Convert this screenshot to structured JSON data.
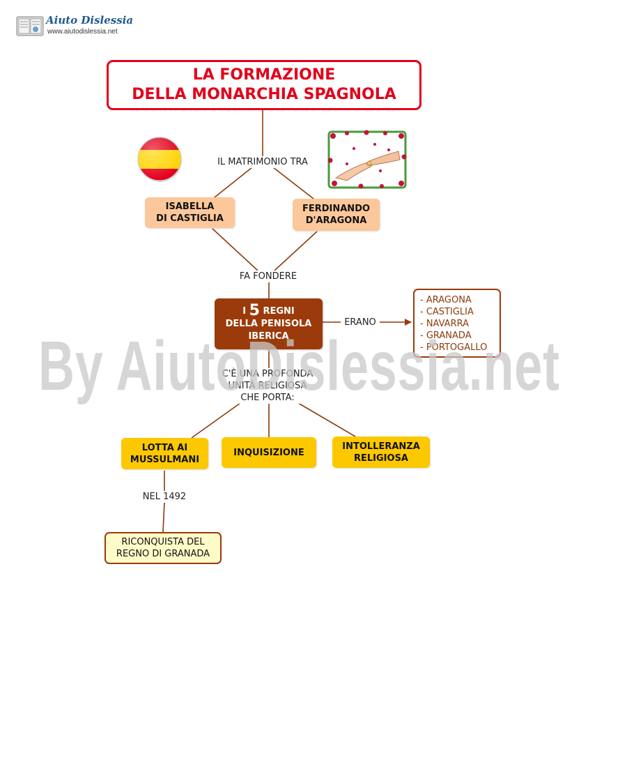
{
  "logo": {
    "name": "Aiuto Dislessia",
    "url": "www.aiutodislessia.net"
  },
  "title": {
    "line1": "LA FORMAZIONE",
    "line2": "DELLA  MONARCHIA SPAGNOLA"
  },
  "labels": {
    "matrimonio": "IL MATRIMONIO TRA",
    "fa_fondere": "FA FONDERE",
    "erano": "ERANO",
    "unita_1": "C'È UNA PROFONDA",
    "unita_2": "UNITÀ RELIGIOSA",
    "unita_3": "CHE PORTA:",
    "nel_1492": "NEL 1492"
  },
  "isabella": {
    "line1": "ISABELLA",
    "line2": "DI CASTIGLIA"
  },
  "ferdinando": {
    "line1": "FERDINANDO",
    "line2": "D'ARAGONA"
  },
  "regni": {
    "prefix": "I",
    "number": "5",
    "suffix": "REGNI",
    "line2": "DELLA PENISOLA",
    "line3": "IBERICA"
  },
  "regni_list": [
    "- ARAGONA",
    "- CASTIGLIA",
    "- NAVARRA",
    "- GRANADA",
    "- PORTOGALLO"
  ],
  "consequences": {
    "lotta": {
      "line1": "LOTTA AI",
      "line2": "MUSSULMANI"
    },
    "inquisizione": "INQUISIZIONE",
    "intolleranza": {
      "line1": "INTOLLERANZA",
      "line2": "RELIGIOSA"
    }
  },
  "riconquista": {
    "line1": "RICONQUISTA DEL",
    "line2": "REGNO DI GRANADA"
  },
  "watermark": "By AiutoDislessia.net",
  "colors": {
    "title_red": "#e3001b",
    "peach": "#fcc79a",
    "brown": "#9b3a0a",
    "yellow": "#fcc800",
    "pale_yellow": "#fffbc8"
  },
  "icons": [
    "book-logo-icon",
    "spain-flag-icon",
    "wedding-hands-icon"
  ]
}
